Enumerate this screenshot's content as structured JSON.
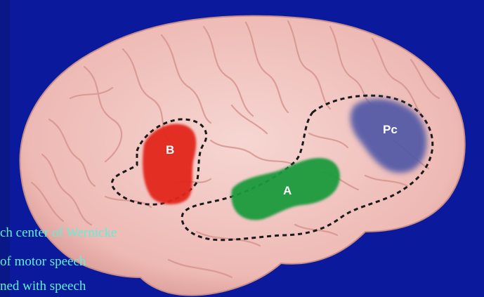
{
  "regions": {
    "b_label": "B",
    "a_label": "A",
    "pc_label": "Pc"
  },
  "captions": [
    "ch center of Wernicke",
    "of motor speech",
    "ned with speech"
  ],
  "colors": {
    "background": "#0b1a9c",
    "brain": "#f2c9c4",
    "region_b": "#e3261c",
    "region_a": "#1a9a3c",
    "region_pc": "#5158a6",
    "caption": "#5ff0d6"
  }
}
